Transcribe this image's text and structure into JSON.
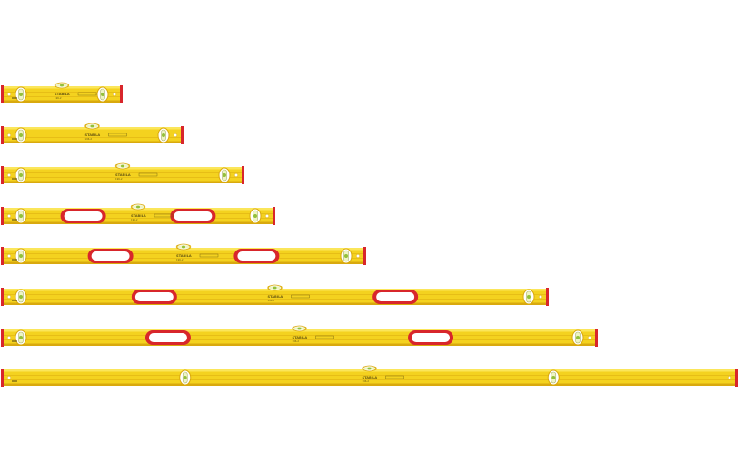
{
  "colors": {
    "body": "#f4d21f",
    "body_dark": "#d9a90e",
    "body_light": "#fbe65a",
    "end_cap": "#d8262b",
    "handle_ring": "#d8262b",
    "vial": "#eef4c4",
    "bubble": "#93c03a",
    "print": "#6b5a10"
  },
  "scene": {
    "brand_text": "STABILA",
    "product_text": "196-2"
  },
  "levels": [
    {
      "id": "level-1",
      "length": 1.0,
      "handles": 0
    },
    {
      "id": "level-2",
      "length": 1.5,
      "handles": 0
    },
    {
      "id": "level-3",
      "length": 2.0,
      "handles": 0
    },
    {
      "id": "level-4",
      "length": 2.25,
      "handles": 2
    },
    {
      "id": "level-5",
      "length": 3.0,
      "handles": 2
    },
    {
      "id": "level-6",
      "length": 4.5,
      "handles": 2
    },
    {
      "id": "level-7",
      "length": 4.9,
      "handles": 2
    },
    {
      "id": "level-8",
      "length": 6.05,
      "handles": 0
    }
  ]
}
